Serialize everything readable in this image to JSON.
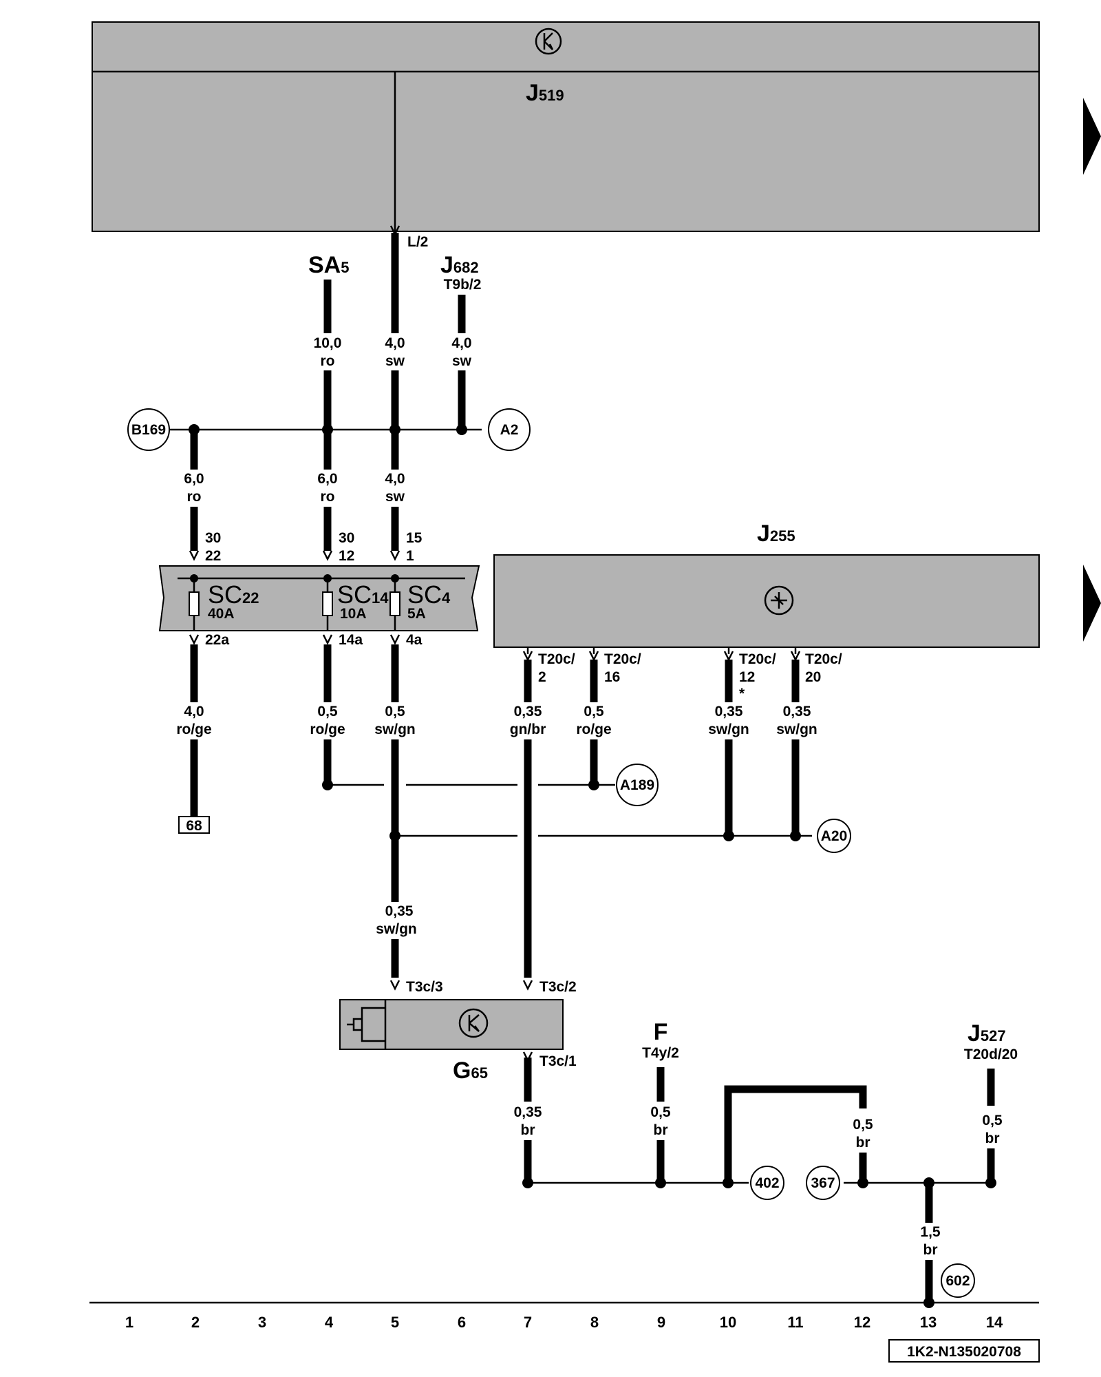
{
  "components": {
    "j519": {
      "name": "J",
      "sub": "519"
    },
    "sa5": {
      "name": "SA",
      "sub": "5"
    },
    "j682": {
      "name": "J",
      "sub": "682",
      "pin": "T9b/2"
    },
    "j255": {
      "name": "J",
      "sub": "255"
    },
    "g65": {
      "name": "G",
      "sub": "65"
    },
    "f": {
      "name": "F",
      "pin": "T4y/2"
    },
    "j527": {
      "name": "J",
      "sub": "527",
      "pin": "T20d/20"
    }
  },
  "fuses": [
    {
      "name": "SC",
      "sub": "22",
      "rating": "40A"
    },
    {
      "name": "SC",
      "sub": "14",
      "rating": "10A"
    },
    {
      "name": "SC",
      "sub": "4",
      "rating": "5A"
    }
  ],
  "pins": {
    "j519_l2": "L/2",
    "f22_in_a": "30",
    "f22_in_b": "22",
    "f22_out": "22a",
    "f14_in_a": "30",
    "f14_in_b": "12",
    "f14_out": "14a",
    "f4_in_a": "15",
    "f4_in_b": "1",
    "f4_out": "4a",
    "j255_2_a": "T20c/",
    "j255_2_b": "2",
    "j255_16_a": "T20c/",
    "j255_16_b": "16",
    "j255_12_a": "T20c/",
    "j255_12_b": "12",
    "j255_12_star": "*",
    "j255_20_a": "T20c/",
    "j255_20_b": "20",
    "g65_3": "T3c/3",
    "g65_2": "T3c/2",
    "g65_1": "T3c/1"
  },
  "wires": {
    "sa5_a": "10,0",
    "sa5_b": "ro",
    "j519_a": "4,0",
    "j519_b": "sw",
    "j682_a": "4,0",
    "j682_b": "sw",
    "c2_a": "6,0",
    "c2_b": "ro",
    "c4_a": "6,0",
    "c4_b": "ro",
    "c5_a": "4,0",
    "c5_b": "sw",
    "c2o_a": "4,0",
    "c2o_b": "ro/ge",
    "c4o_a": "0,5",
    "c4o_b": "ro/ge",
    "c5o_a": "0,5",
    "c5o_b": "sw/gn",
    "c7_a": "0,35",
    "c7_b": "gn/br",
    "c8_a": "0,5",
    "c8_b": "ro/ge",
    "c10_a": "0,35",
    "c10_b": "sw/gn",
    "c11_a": "0,35",
    "c11_b": "sw/gn",
    "c5l_a": "0,35",
    "c5l_b": "sw/gn",
    "g65o_a": "0,35",
    "g65o_b": "br",
    "f_a": "0,5",
    "f_b": "br",
    "c12_a": "0,5",
    "c12_b": "br",
    "j527_a": "0,5",
    "j527_b": "br",
    "gnd_a": "1,5",
    "gnd_b": "br"
  },
  "connectors": {
    "b169": "B169",
    "a2": "A2",
    "a189": "A189",
    "a20": "A20",
    "p402": "402",
    "p367": "367",
    "p602": "602",
    "ref68": "68"
  },
  "columns": [
    "1",
    "2",
    "3",
    "4",
    "5",
    "6",
    "7",
    "8",
    "9",
    "10",
    "11",
    "12",
    "13",
    "14"
  ],
  "code": "1K2-N135020708"
}
